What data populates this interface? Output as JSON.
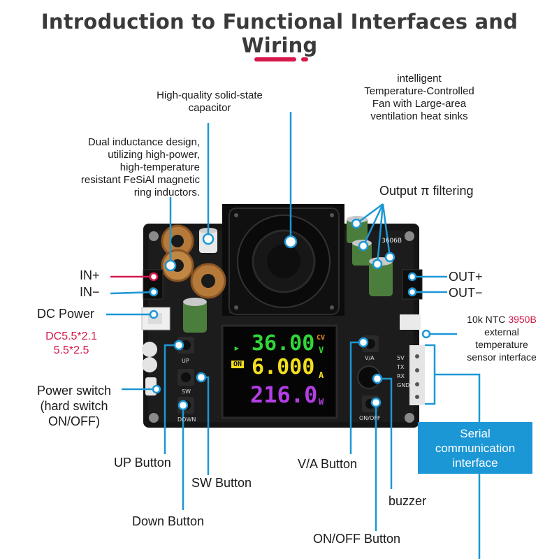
{
  "header": {
    "title": "Introduction to Functional Interfaces and Wiring",
    "accent_color": "#d6194a"
  },
  "callouts": {
    "capacitor": [
      "High-quality solid-state",
      "capacitor"
    ],
    "fan": [
      "intelligent",
      "Temperature-Controlled",
      "Fan with Large-area",
      "ventilation heat sinks"
    ],
    "inductance": [
      "Dual inductance design,",
      "utilizing high-power,",
      "high-temperature",
      "resistant FeSiAl magnetic",
      "ring inductors."
    ],
    "output_filter": "Output π filtering",
    "in_plus": "IN+",
    "in_minus": "IN−",
    "out_plus": "OUT+",
    "out_minus": "OUT−",
    "dc_power": "DC Power",
    "dc_sizes": [
      "DC5.5*2.1",
      "5.5*2.5"
    ],
    "ntc_prefix": "10k NTC ",
    "ntc_model": "3950B",
    "ntc_desc": [
      "external",
      "temperature",
      "sensor interface"
    ],
    "power_switch": [
      "Power switch",
      "(hard switch",
      "ON/OFF)"
    ],
    "serial": [
      "Serial",
      "communication",
      "interface"
    ],
    "up_button": "UP Button",
    "sw_button": "SW Button",
    "down_button": "Down Button",
    "va_button": "V/A Button",
    "buzzer": "buzzer",
    "onoff_button": "ON/OFF Button"
  },
  "board": {
    "model": "3606B",
    "silk_up": "UP",
    "silk_sw": "SW",
    "silk_down": "DOWN",
    "silk_va": "V/A",
    "silk_onoff": "ON/OFF",
    "silk_serial": [
      "5V",
      "TX",
      "RX",
      "GND"
    ],
    "display": {
      "voltage": "36.00",
      "voltage_unit": "V",
      "mode": "CV",
      "current": "6.000",
      "current_unit": "A",
      "power": "216.0",
      "power_unit": "W",
      "status": "ON"
    }
  },
  "colors": {
    "callout_line": "#1c97d6",
    "in_plus_line": "#d6194a",
    "serial_box": "#1c97d6",
    "lcd_voltage": "#31d639",
    "lcd_current": "#f2df1c",
    "lcd_power": "#b33ee6",
    "lcd_mode": "#f28a1c"
  }
}
